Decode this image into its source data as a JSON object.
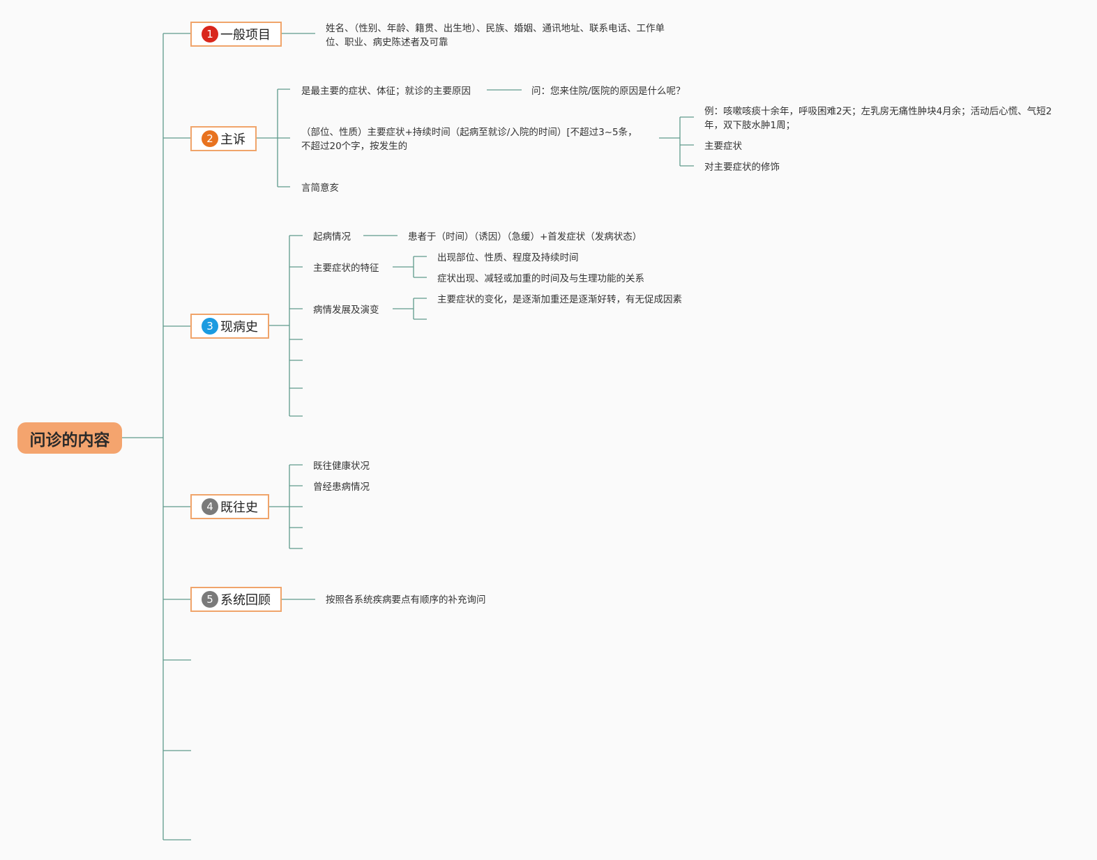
{
  "root": {
    "label": "问诊的内容"
  },
  "branches": [
    {
      "num": "1",
      "label": "一般项目",
      "badge_color": "#d9261c"
    },
    {
      "num": "2",
      "label": "主诉",
      "badge_color": "#e8721f"
    },
    {
      "num": "3",
      "label": "现病史",
      "badge_color": "#1b9be0"
    },
    {
      "num": "4",
      "label": "既往史",
      "badge_color": "#7a7a7a"
    },
    {
      "num": "5",
      "label": "系统回顾",
      "badge_color": "#7a7a7a"
    }
  ],
  "general": {
    "text": "姓名、（性别、年龄、籍贯、出生地）、民族、婚姻、通讯地址、联系电话、工作单位、职业、病史陈述者及可靠"
  },
  "complaint": {
    "item1": "是最主要的症状、体征；就诊的主要原因",
    "item1_child": "问：您来住院/医院的原因是什么呢？",
    "item2": "（部位、性质）主要症状+持续时间（起病至就诊/入院的时间）[不超过3~5条，不超过20个字，按发生的",
    "item2_children": [
      "例：咳嗽咳痰十余年，呼吸困难2天；左乳房无痛性肿块4月余；活动后心慌、气短2年，双下肢水肿1周；",
      "主要症状",
      "对主要症状的修饰"
    ],
    "item3": "言简意亥"
  },
  "present": {
    "onset": "起病情况",
    "onset_child": "患者于（时间）（诱因）（急缓）+首发症状（发病状态）",
    "features": "主要症状的特征",
    "features_children": [
      "出现部位、性质、程度及持续时间",
      "症状出现、减轻或加重的时间及与生理功能的关系"
    ],
    "course": "病情发展及演变",
    "course_child": "主要症状的变化，是逐渐加重还是逐渐好转，有无促成因素"
  },
  "past": {
    "items": [
      "既往健康状况",
      "曾经患病情况"
    ]
  },
  "review": {
    "text": "按照各系统疾病要点有顺序的补充询问"
  }
}
